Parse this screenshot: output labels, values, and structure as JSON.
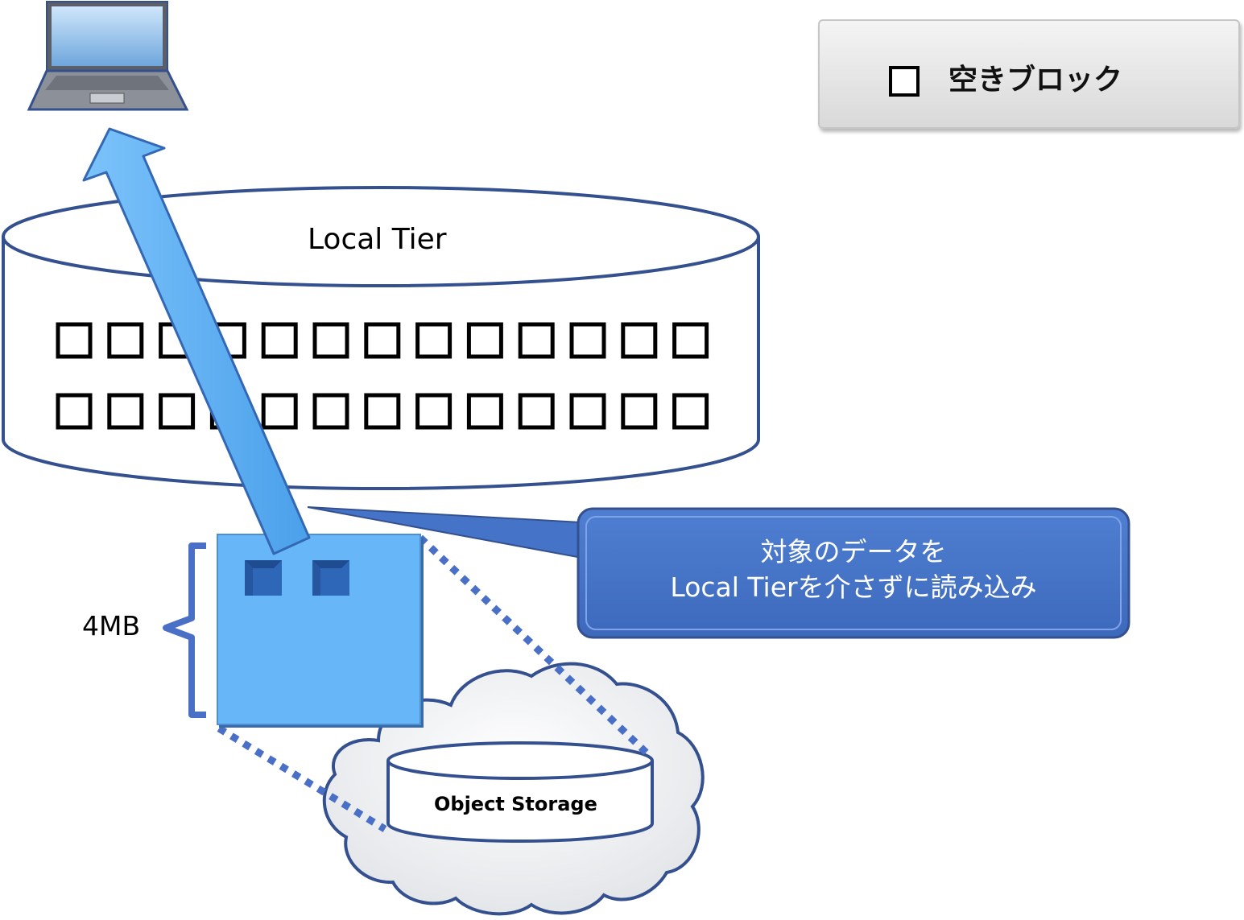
{
  "legend": {
    "label": "空きブロック"
  },
  "local_tier": {
    "label": "Local Tier",
    "block_rows": 2,
    "blocks_per_row": 13
  },
  "chunk": {
    "size_label": "4MB",
    "blocks_shown": 2
  },
  "callout": {
    "line1": "対象のデータを",
    "line2": "Local Tierを介さずに読み込み"
  },
  "object_storage": {
    "label": "Object Storage"
  },
  "colors": {
    "outline": "#34508f",
    "chunk_fill": "#66b6f8",
    "arrow_fill": "#5ab0f2",
    "callout_fill": "#4473c8",
    "legend_fill": "#e6e6e6",
    "cloud_fill": "#eef0f2"
  }
}
